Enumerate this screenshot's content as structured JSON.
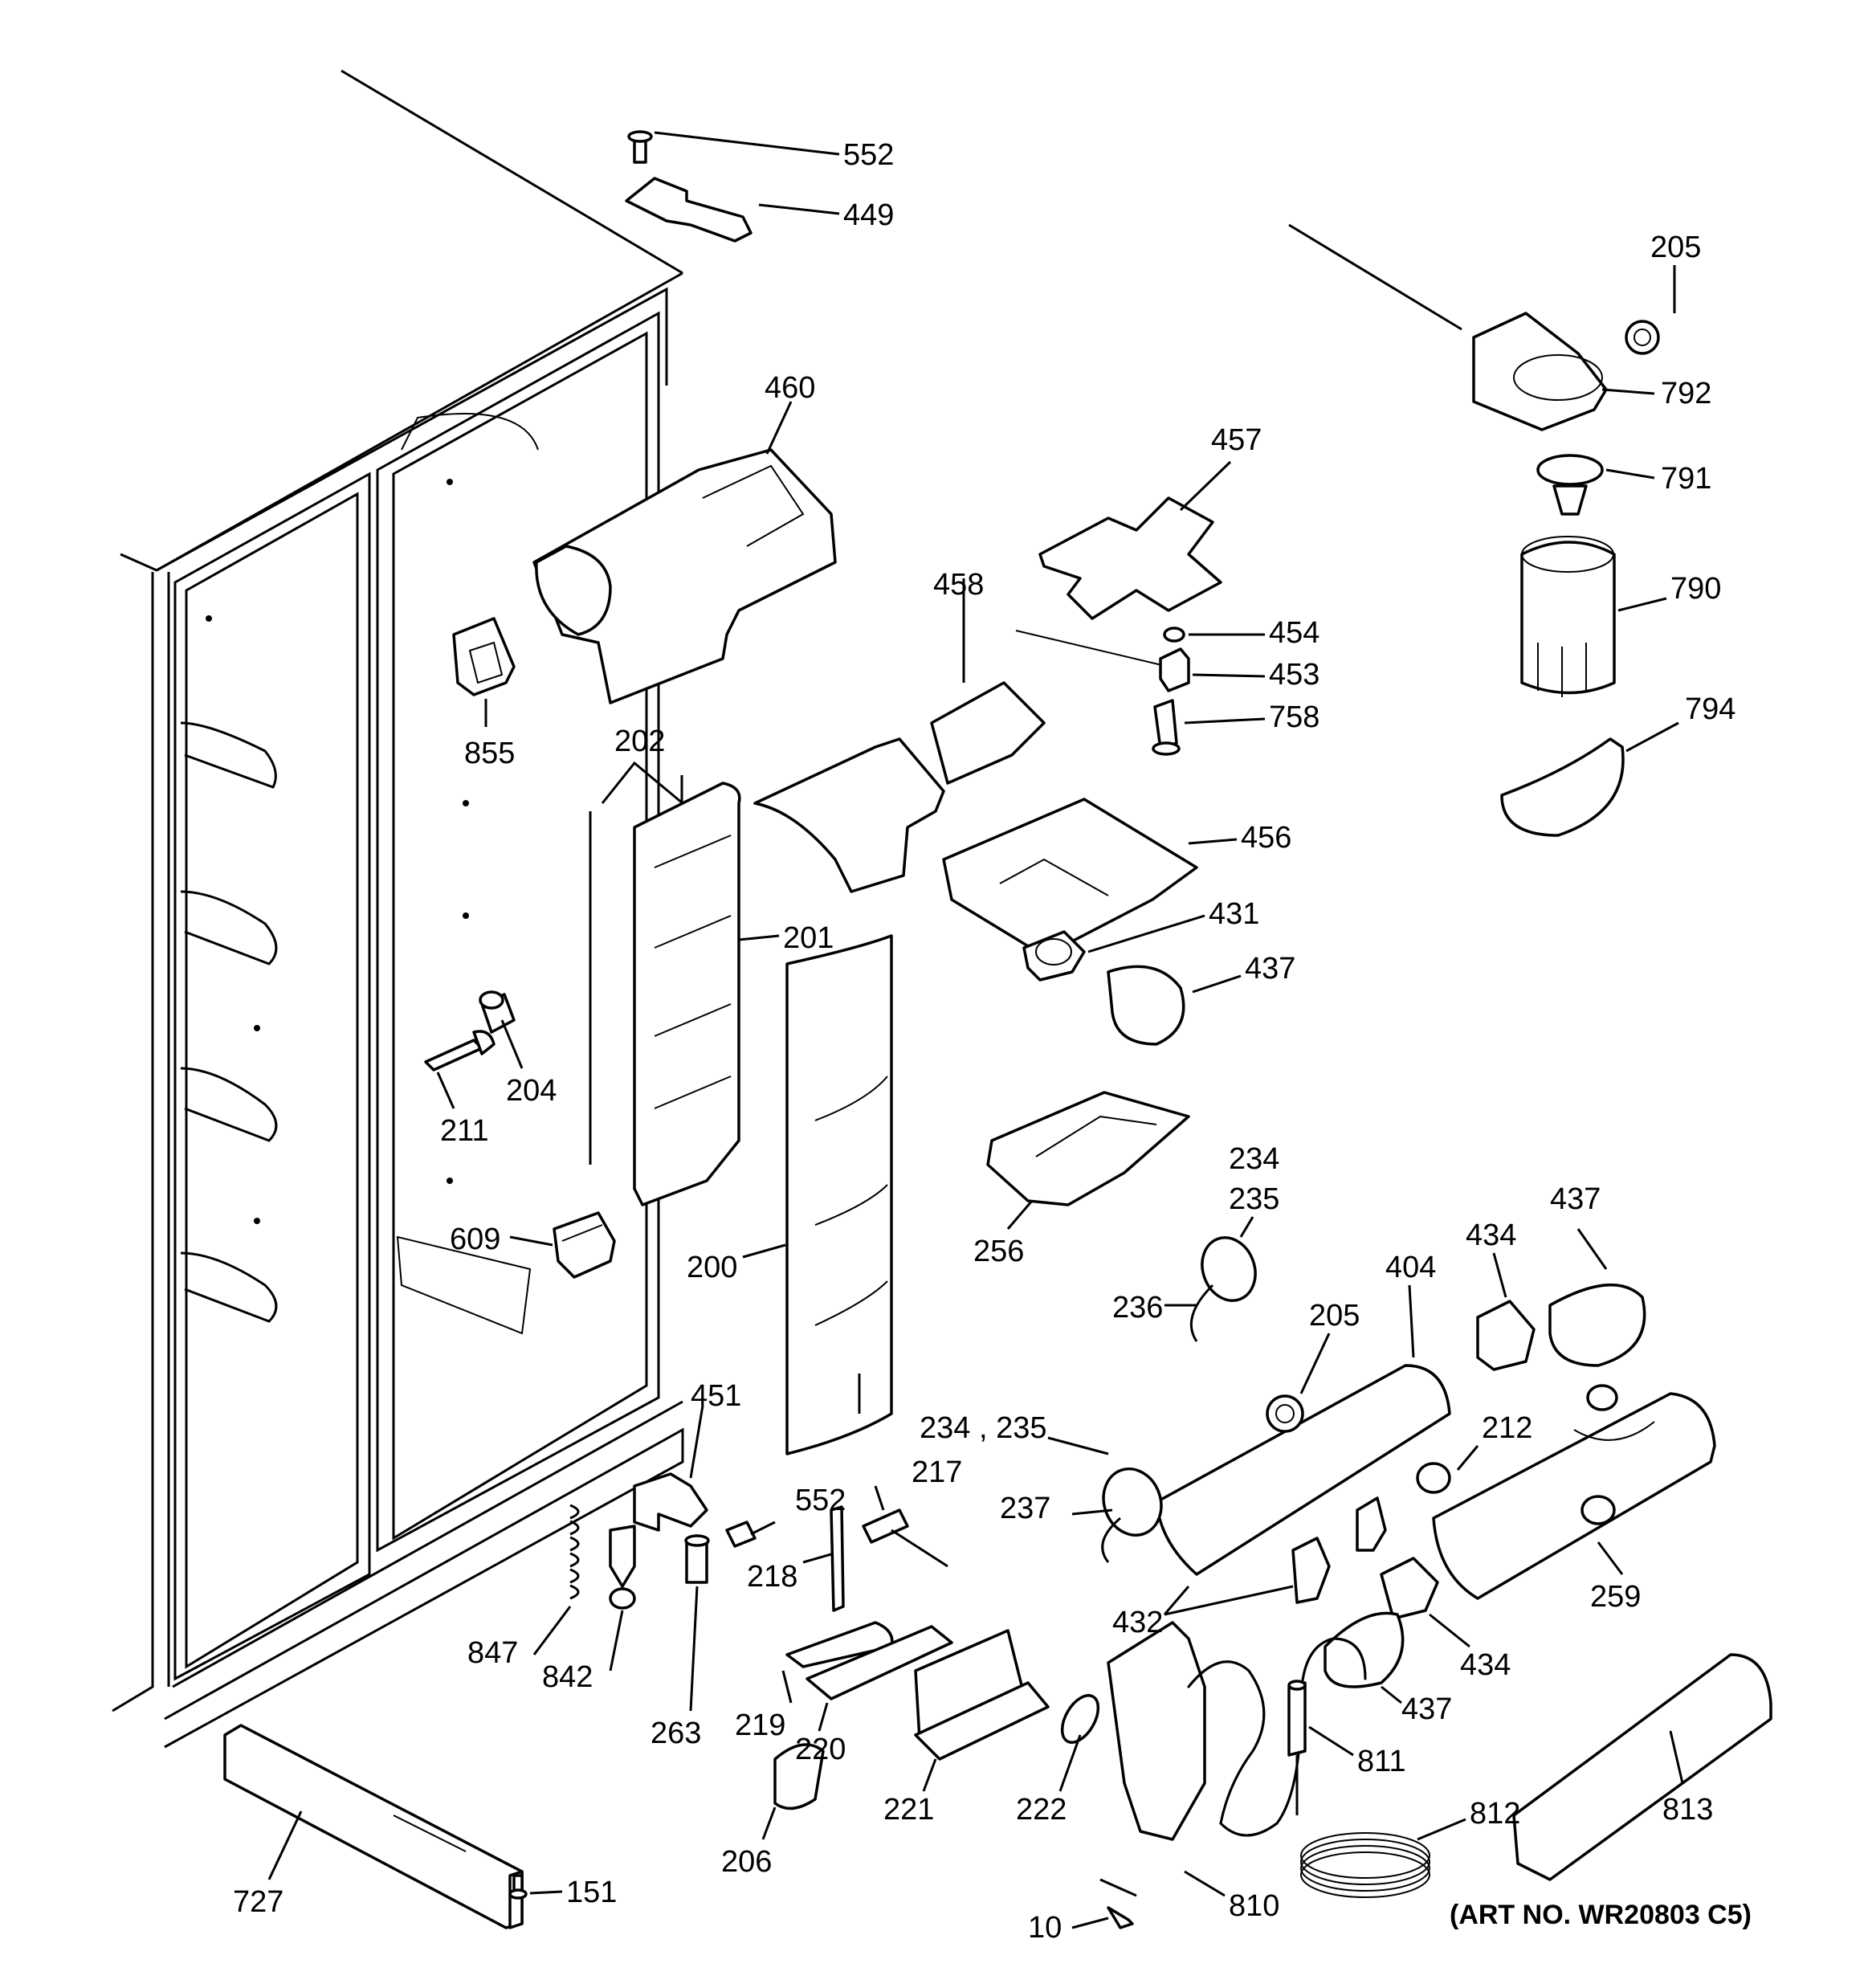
{
  "labels": [
    "552",
    "449",
    "460",
    "855",
    "202",
    "201",
    "204",
    "211",
    "609",
    "200",
    "457",
    "458",
    "454",
    "453",
    "758",
    "456",
    "431",
    "437",
    "256",
    "205",
    "792",
    "791",
    "790",
    "794",
    "234",
    "235",
    "236",
    "404",
    "205",
    "434",
    "437",
    "212",
    "259",
    "432",
    "434",
    "437",
    "234 , 235",
    "237",
    "217",
    "218",
    "552",
    "451",
    "847",
    "842",
    "263",
    "219",
    "220",
    "221",
    "222",
    "206",
    "727",
    "151",
    "811",
    "812",
    "813",
    "810",
    "10"
  ],
  "art_number": "(ART NO. WR20803 C5)"
}
